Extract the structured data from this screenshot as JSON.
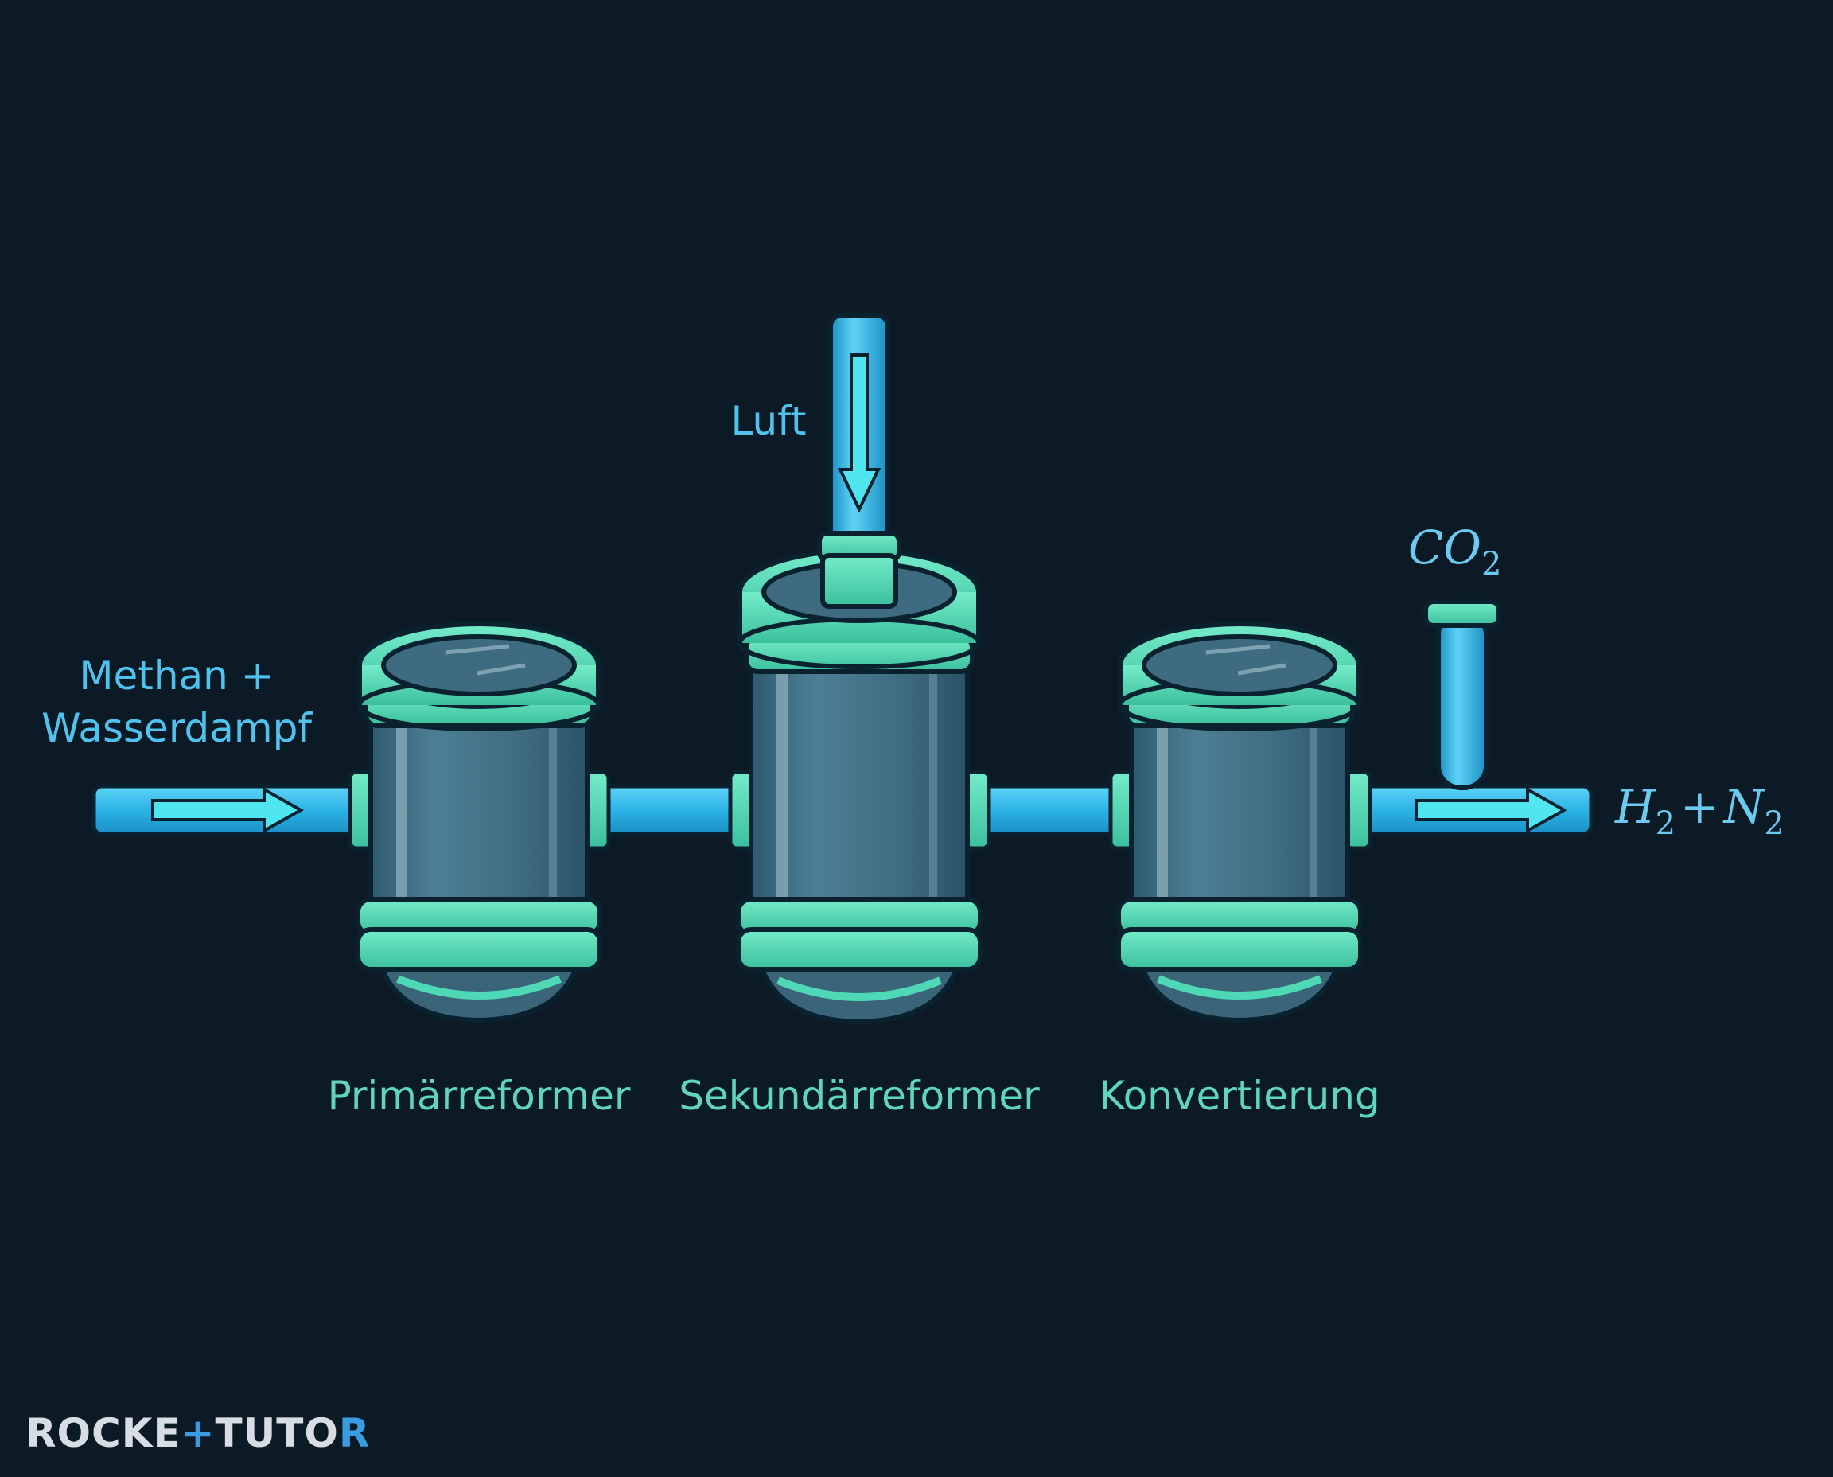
{
  "labels": {
    "inlet_line1": "Methan +",
    "inlet_line2": "Wasserdampf",
    "air": "Luft",
    "co2_main": "CO",
    "co2_sub": "2",
    "product_h": "H",
    "product_h_sub": "2",
    "product_plus": "+",
    "product_n": "N",
    "product_n_sub": "2"
  },
  "stages": [
    {
      "label": "Primärreformer"
    },
    {
      "label": "Sekundärreformer"
    },
    {
      "label": "Konvertierung"
    }
  ],
  "logo": {
    "part1": "ROCKE",
    "accent": "+",
    "part2": "TUTO",
    "part3": "R"
  },
  "colors": {
    "background": "#0c1a26",
    "pipe": "#29b6e8",
    "vessel_outline": "#4ed8b6",
    "vessel_glass": "#3f6f86",
    "label_blue": "#4fc3ee",
    "label_green": "#5fd6b8"
  }
}
